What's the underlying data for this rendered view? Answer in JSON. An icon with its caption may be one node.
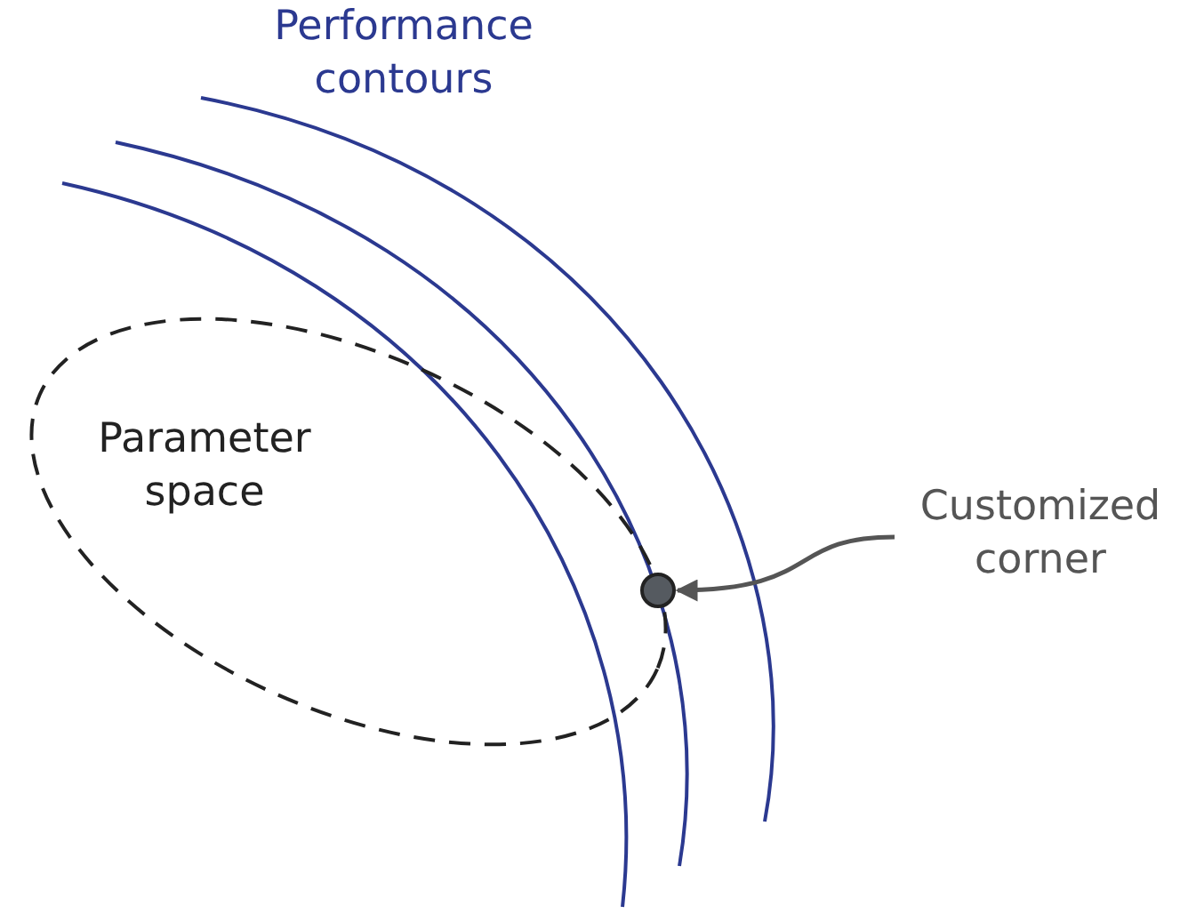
{
  "diagram": {
    "nodes": [
      {
        "text": [
          "Parameter space"
        ]
      },
      {
        "text": [],
        "shape": "circle"
      },
      {
        "text": [
          "Customized corner"
        ]
      }
    ],
    "edges": [
      {
        "from": 2,
        "to": 1,
        "arrow": "to"
      }
    ],
    "labels": [
      "Performance contours"
    ]
  }
}
